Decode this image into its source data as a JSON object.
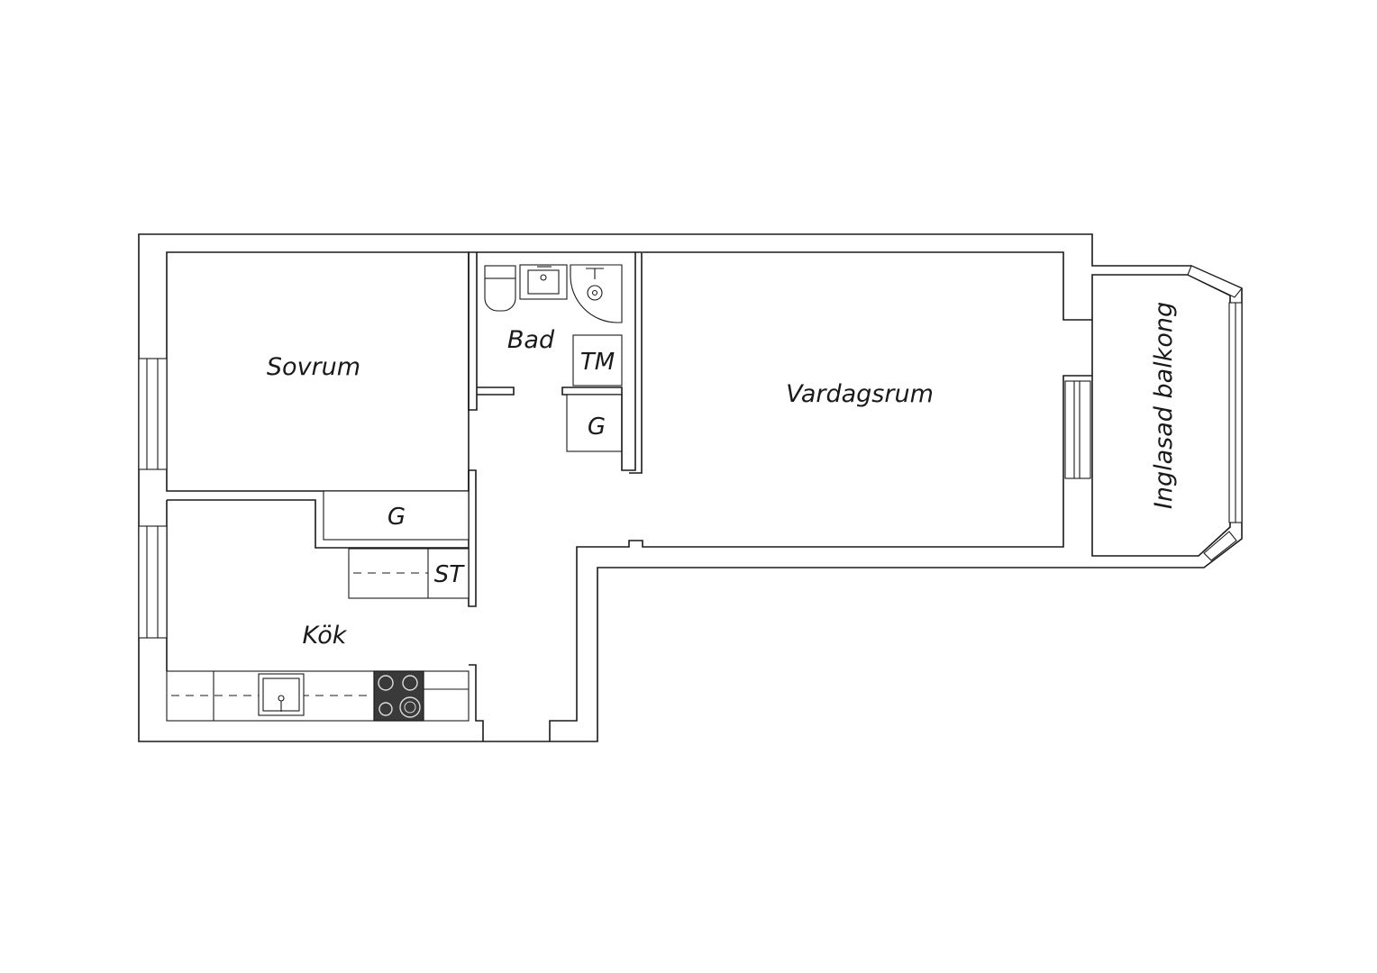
{
  "rooms": {
    "sovrum": "Sovrum",
    "bad": "Bad",
    "vardagsrum": "Vardagsrum",
    "kok": "Kök",
    "balkong": "Inglasad balkong"
  },
  "storage": {
    "tm": "TM",
    "g_bath": "G",
    "g_hall": "G",
    "st": "ST"
  }
}
